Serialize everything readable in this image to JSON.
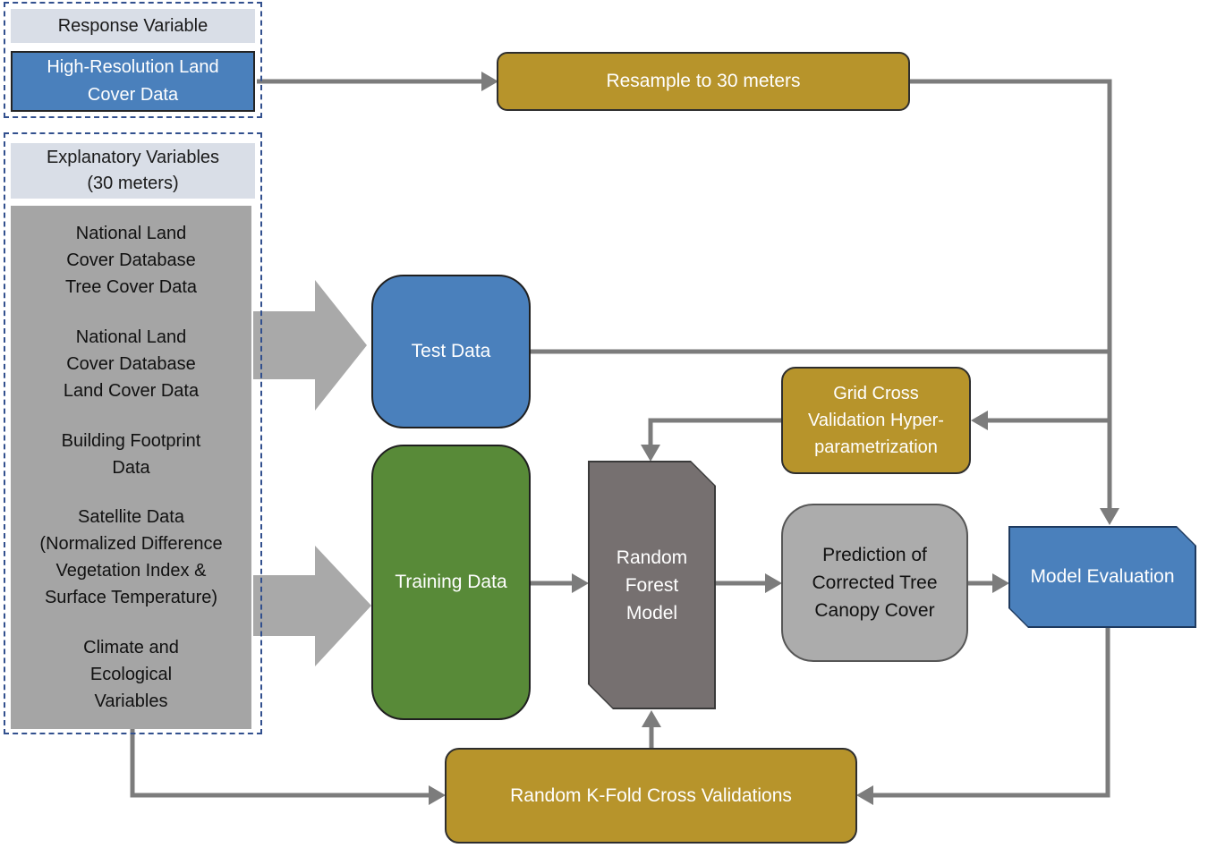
{
  "diagram": {
    "title_implicit": "Tree canopy cover modeling workflow",
    "response_group": {
      "header": "Response Variable",
      "box": "High-Resolution Land\nCover Data"
    },
    "explanatory_group": {
      "header": "Explanatory Variables\n(30 meters)",
      "items": [
        "National Land\nCover Database\nTree Cover Data",
        "National Land\nCover Database\nLand Cover Data",
        "Building Footprint\nData",
        "Satellite Data\n(Normalized Difference\nVegetation Index &\nSurface Temperature)",
        "Climate and\nEcological\nVariables"
      ]
    },
    "nodes": {
      "resample": "Resample to 30 meters",
      "test_data": "Test Data",
      "training_data": "Training Data",
      "grid_cv": "Grid Cross\nValidation Hyper-\nparametrization",
      "random_forest": "Random\nForest\nModel",
      "prediction": "Prediction of\nCorrected Tree\nCanopy Cover",
      "model_eval": "Model Evaluation",
      "kfold": "Random K-Fold Cross Validations"
    },
    "colors": {
      "blue": "#4A80BC",
      "green": "#588A38",
      "gold": "#B7942B",
      "dark_gray_node": "#767070",
      "light_gray_node": "#ACACAC",
      "list_gray": "#A5A5A5",
      "header_fill": "#D9DEE7",
      "connector_gray": "#7C7C7C",
      "block_arrow_gray": "#A9A9A9",
      "dashed_border": "#32508E"
    }
  }
}
